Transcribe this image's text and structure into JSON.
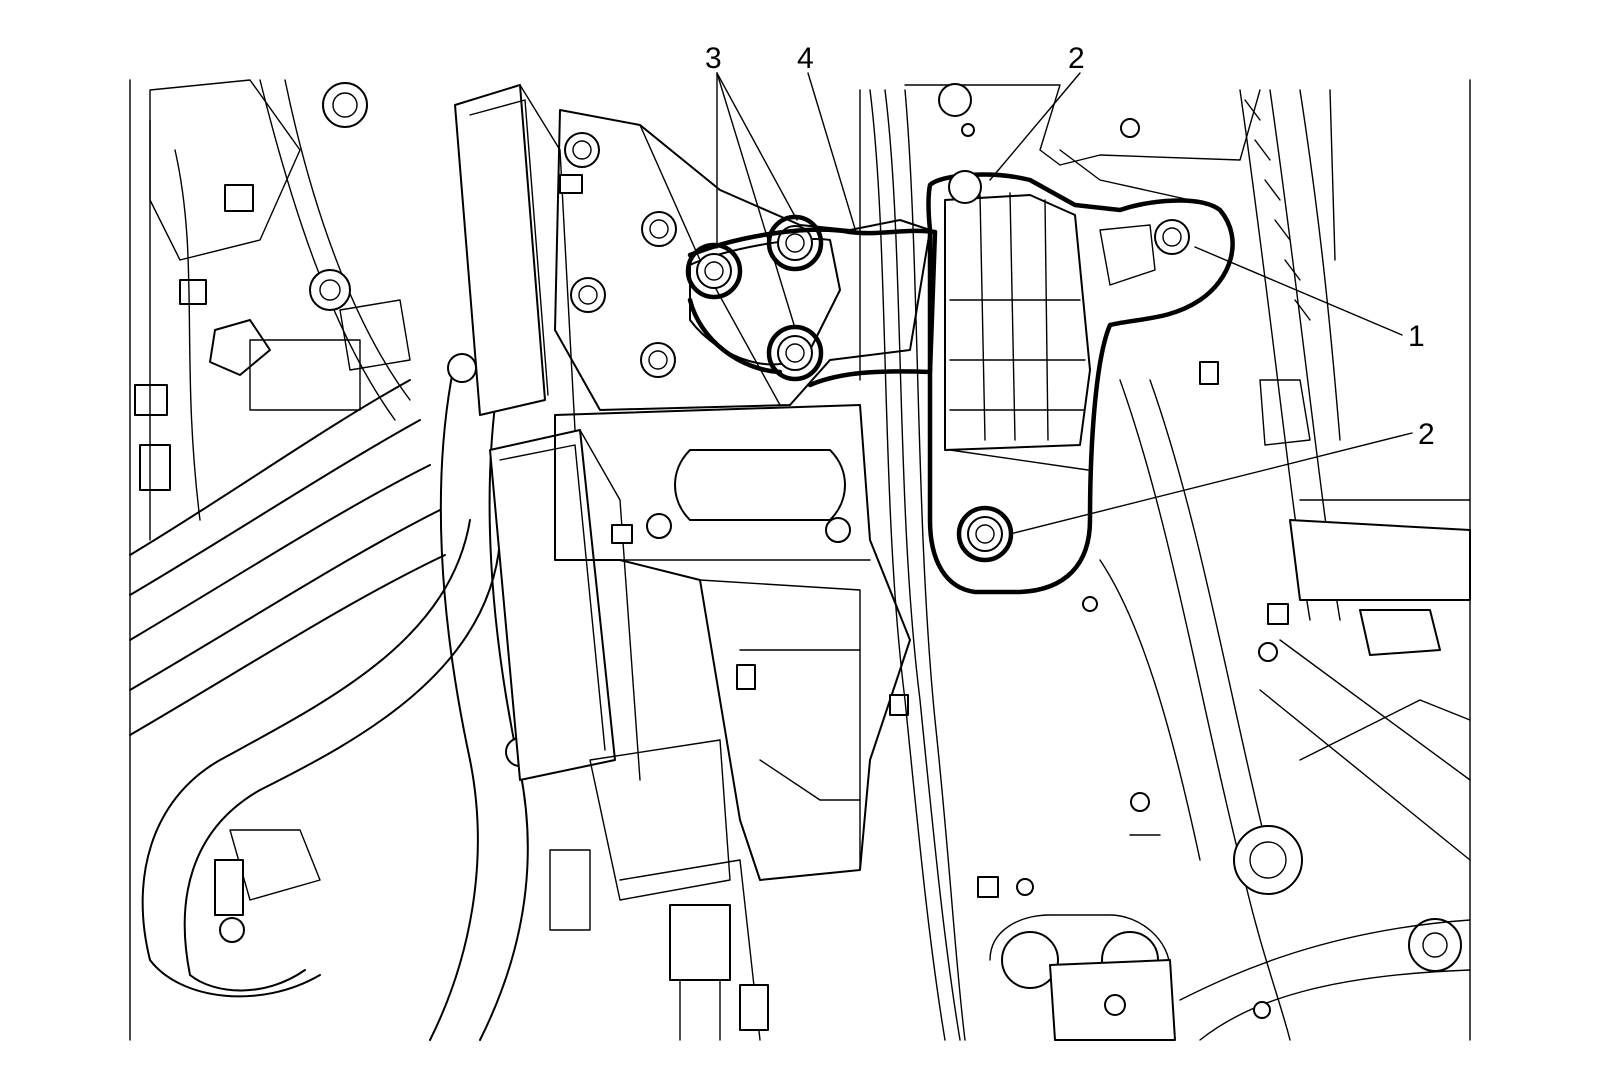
{
  "callouts": [
    {
      "id": "c1",
      "label": "1"
    },
    {
      "id": "c2a",
      "label": "2"
    },
    {
      "id": "c2b",
      "label": "2"
    },
    {
      "id": "c3",
      "label": "3"
    },
    {
      "id": "c4",
      "label": "4"
    }
  ],
  "colors": {
    "line": "#000000",
    "background": "#ffffff"
  }
}
